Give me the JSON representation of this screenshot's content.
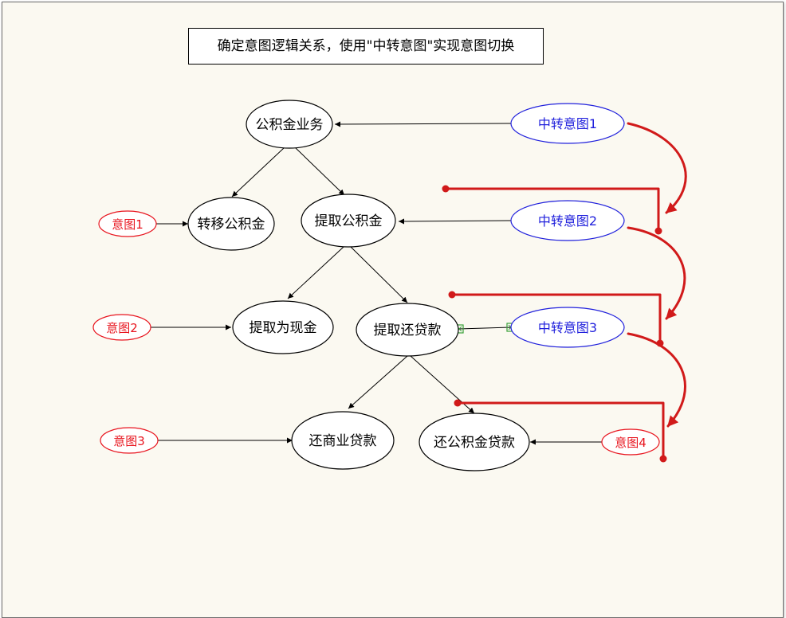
{
  "title": "确定意图逻辑关系，使用\"中转意图\"实现意图切换",
  "nodes": {
    "gjjyw": "公积金业务",
    "zygjj": "转移公积金",
    "tqgjj": "提取公积金",
    "tqwxj": "提取为现金",
    "tqhdk": "提取还贷款",
    "hsydk": "还商业贷款",
    "hgjjdk": "还公积金贷款"
  },
  "intents": {
    "yt1": "意图1",
    "yt2": "意图2",
    "yt3": "意图3",
    "yt4": "意图4"
  },
  "transfers": {
    "zz1": "中转意图1",
    "zz2": "中转意图2",
    "zz3": "中转意图3"
  },
  "colors": {
    "background": "#fbf9f1",
    "node_stroke": "#000000",
    "intent_color": "#e8141e",
    "transfer_color": "#1f1fdc",
    "flow_arrow": "#d11a1a",
    "connector_handle": "#3aa03a"
  }
}
